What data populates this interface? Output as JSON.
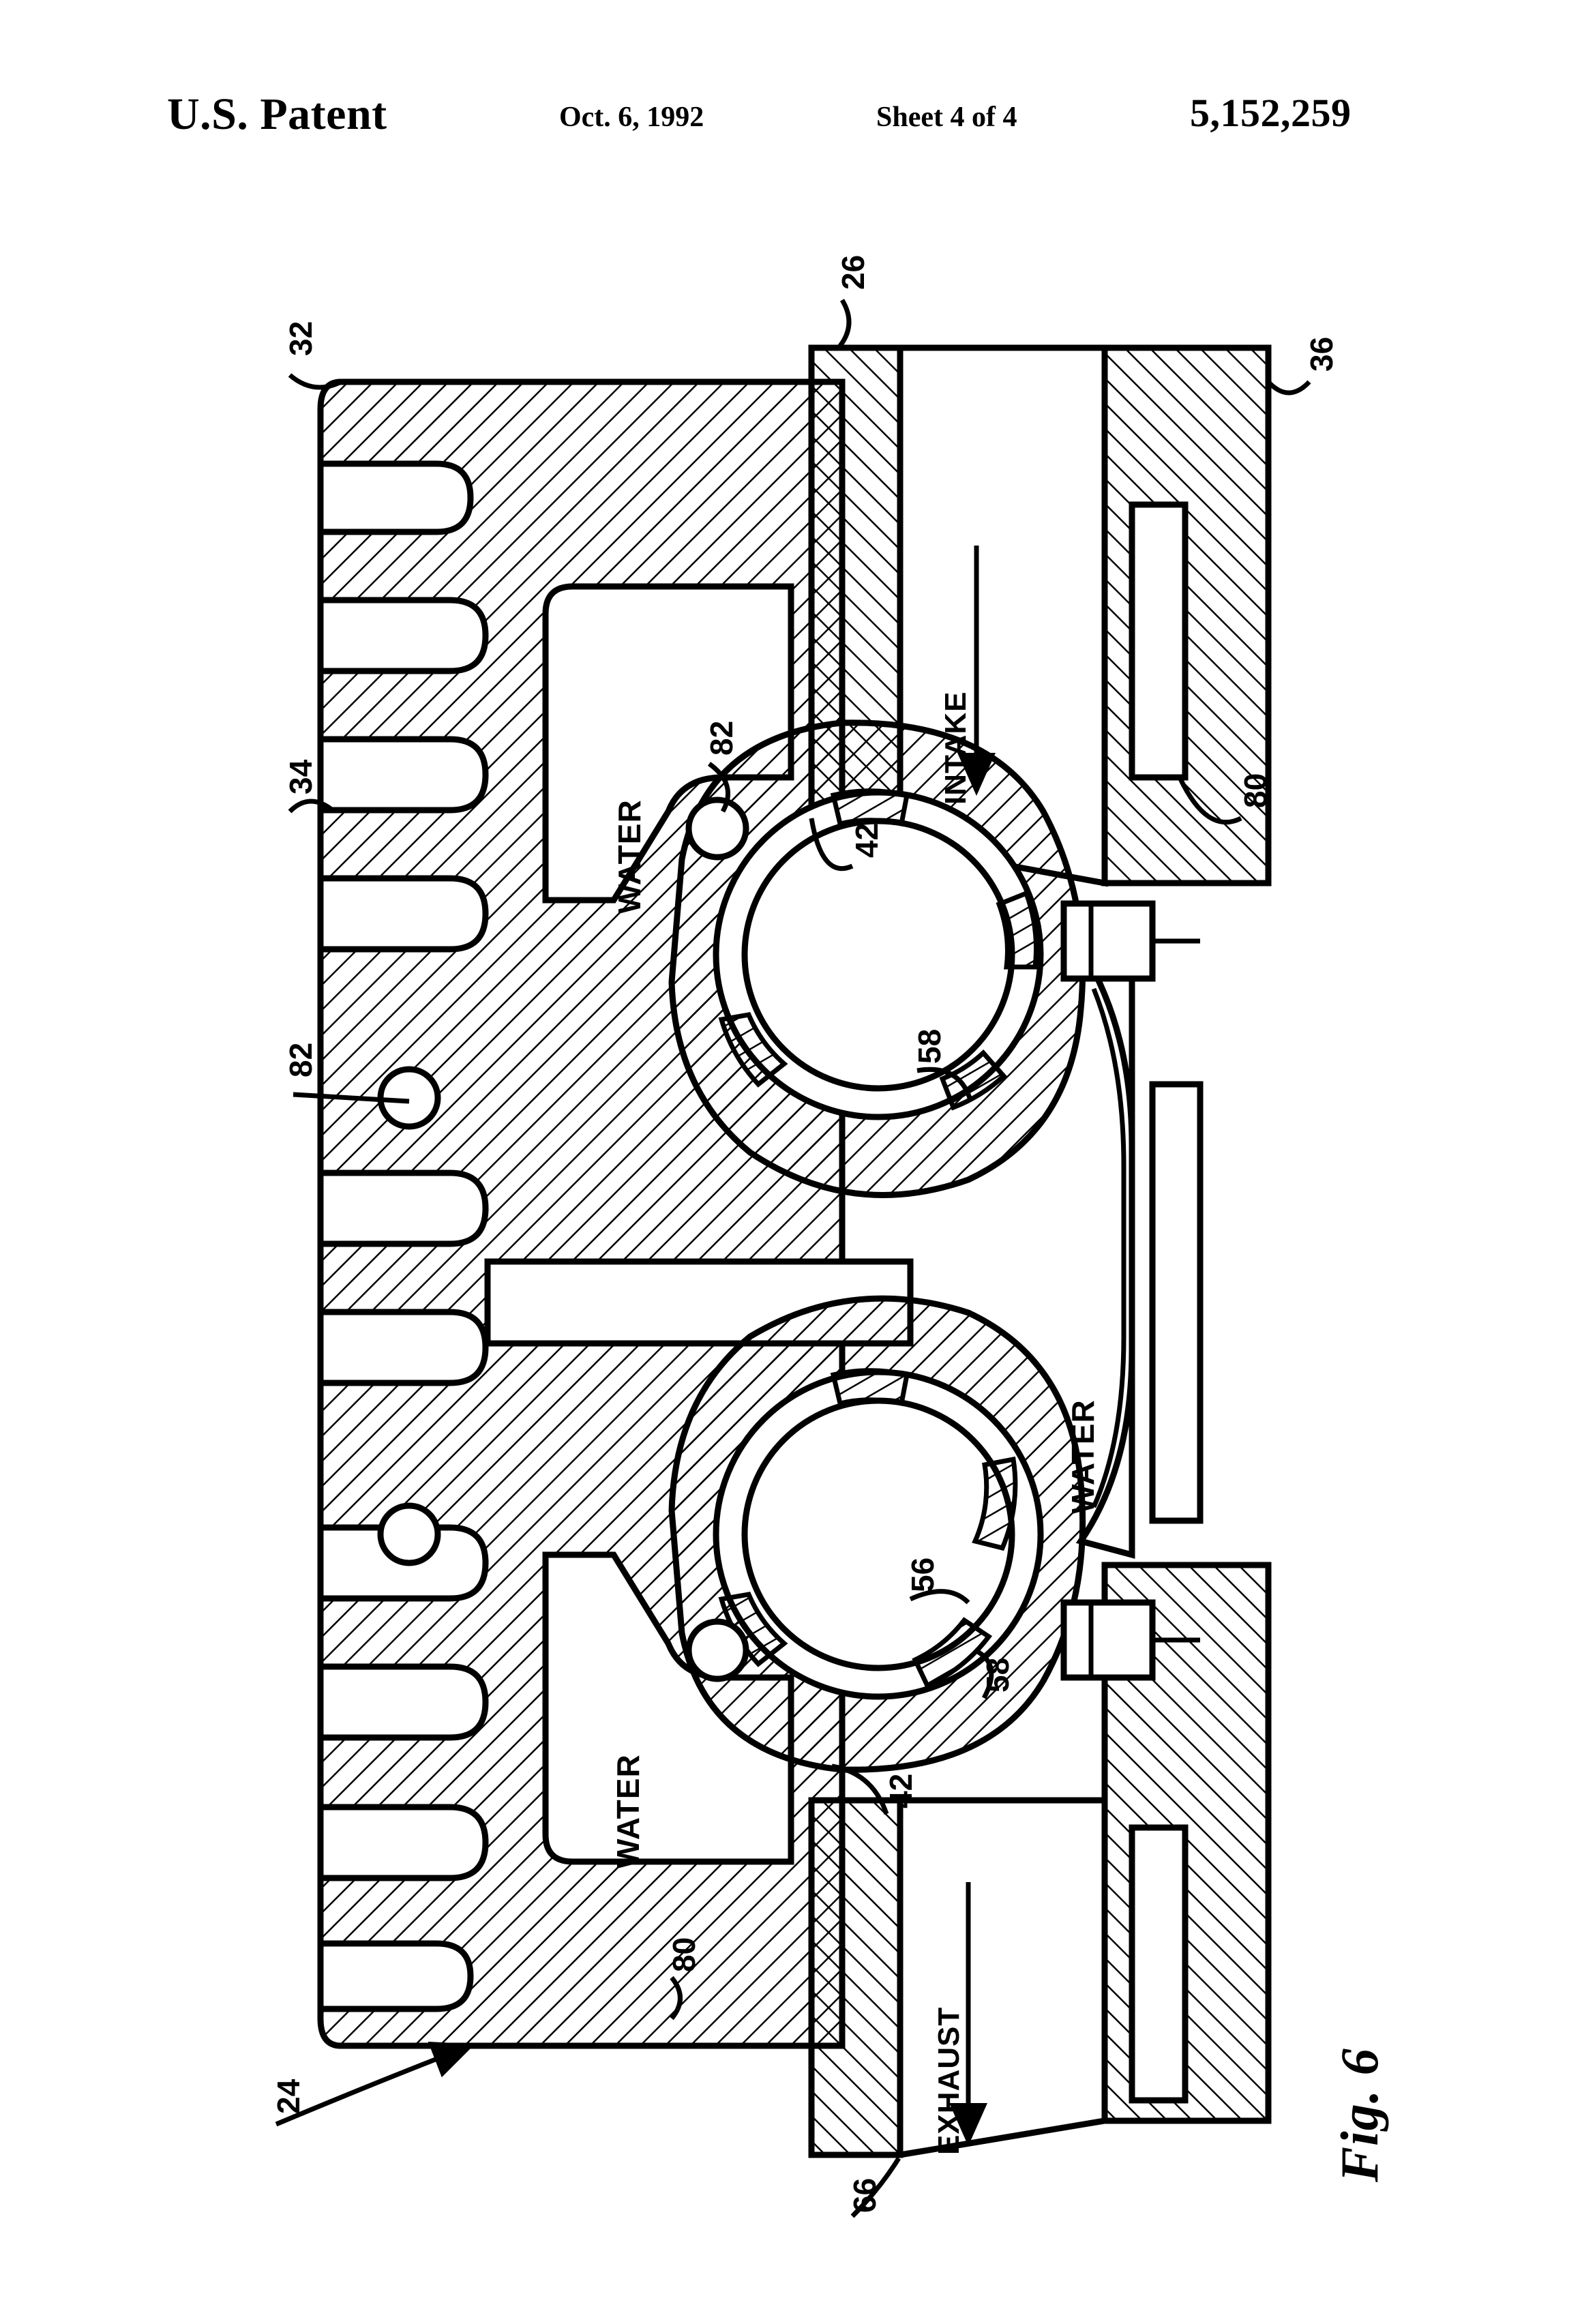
{
  "header": {
    "title": "U.S. Patent",
    "date": "Oct. 6, 1992",
    "sheet": "Sheet 4 of 4",
    "patent_number": "5,152,259"
  },
  "figure": {
    "caption": "Fig. 6",
    "flow_labels": [
      {
        "id": "intake",
        "text": "INTAKE"
      },
      {
        "id": "exhaust",
        "text": "EXHAUST"
      }
    ],
    "water_labels": [
      {
        "id": "water-top-left",
        "text": "WATER"
      },
      {
        "id": "water-middle-right",
        "text": "WATER"
      },
      {
        "id": "water-bottom-left",
        "text": "WATER"
      }
    ],
    "reference_numerals": [
      {
        "id": "ref-32",
        "text": "32"
      },
      {
        "id": "ref-34",
        "text": "34"
      },
      {
        "id": "ref-82-left",
        "text": "82"
      },
      {
        "id": "ref-24",
        "text": "24"
      },
      {
        "id": "ref-26",
        "text": "26"
      },
      {
        "id": "ref-36",
        "text": "36"
      },
      {
        "id": "ref-80-right",
        "text": "80"
      },
      {
        "id": "ref-82-top",
        "text": "82"
      },
      {
        "id": "ref-42-top",
        "text": "42"
      },
      {
        "id": "ref-58-top",
        "text": "58"
      },
      {
        "id": "ref-56",
        "text": "56"
      },
      {
        "id": "ref-58-bottom",
        "text": "58"
      },
      {
        "id": "ref-42-bottom",
        "text": "42"
      },
      {
        "id": "ref-80-bottom",
        "text": "80"
      },
      {
        "id": "ref-66",
        "text": "66"
      }
    ]
  },
  "colors": {
    "ink": "#000000",
    "paper": "#ffffff"
  }
}
